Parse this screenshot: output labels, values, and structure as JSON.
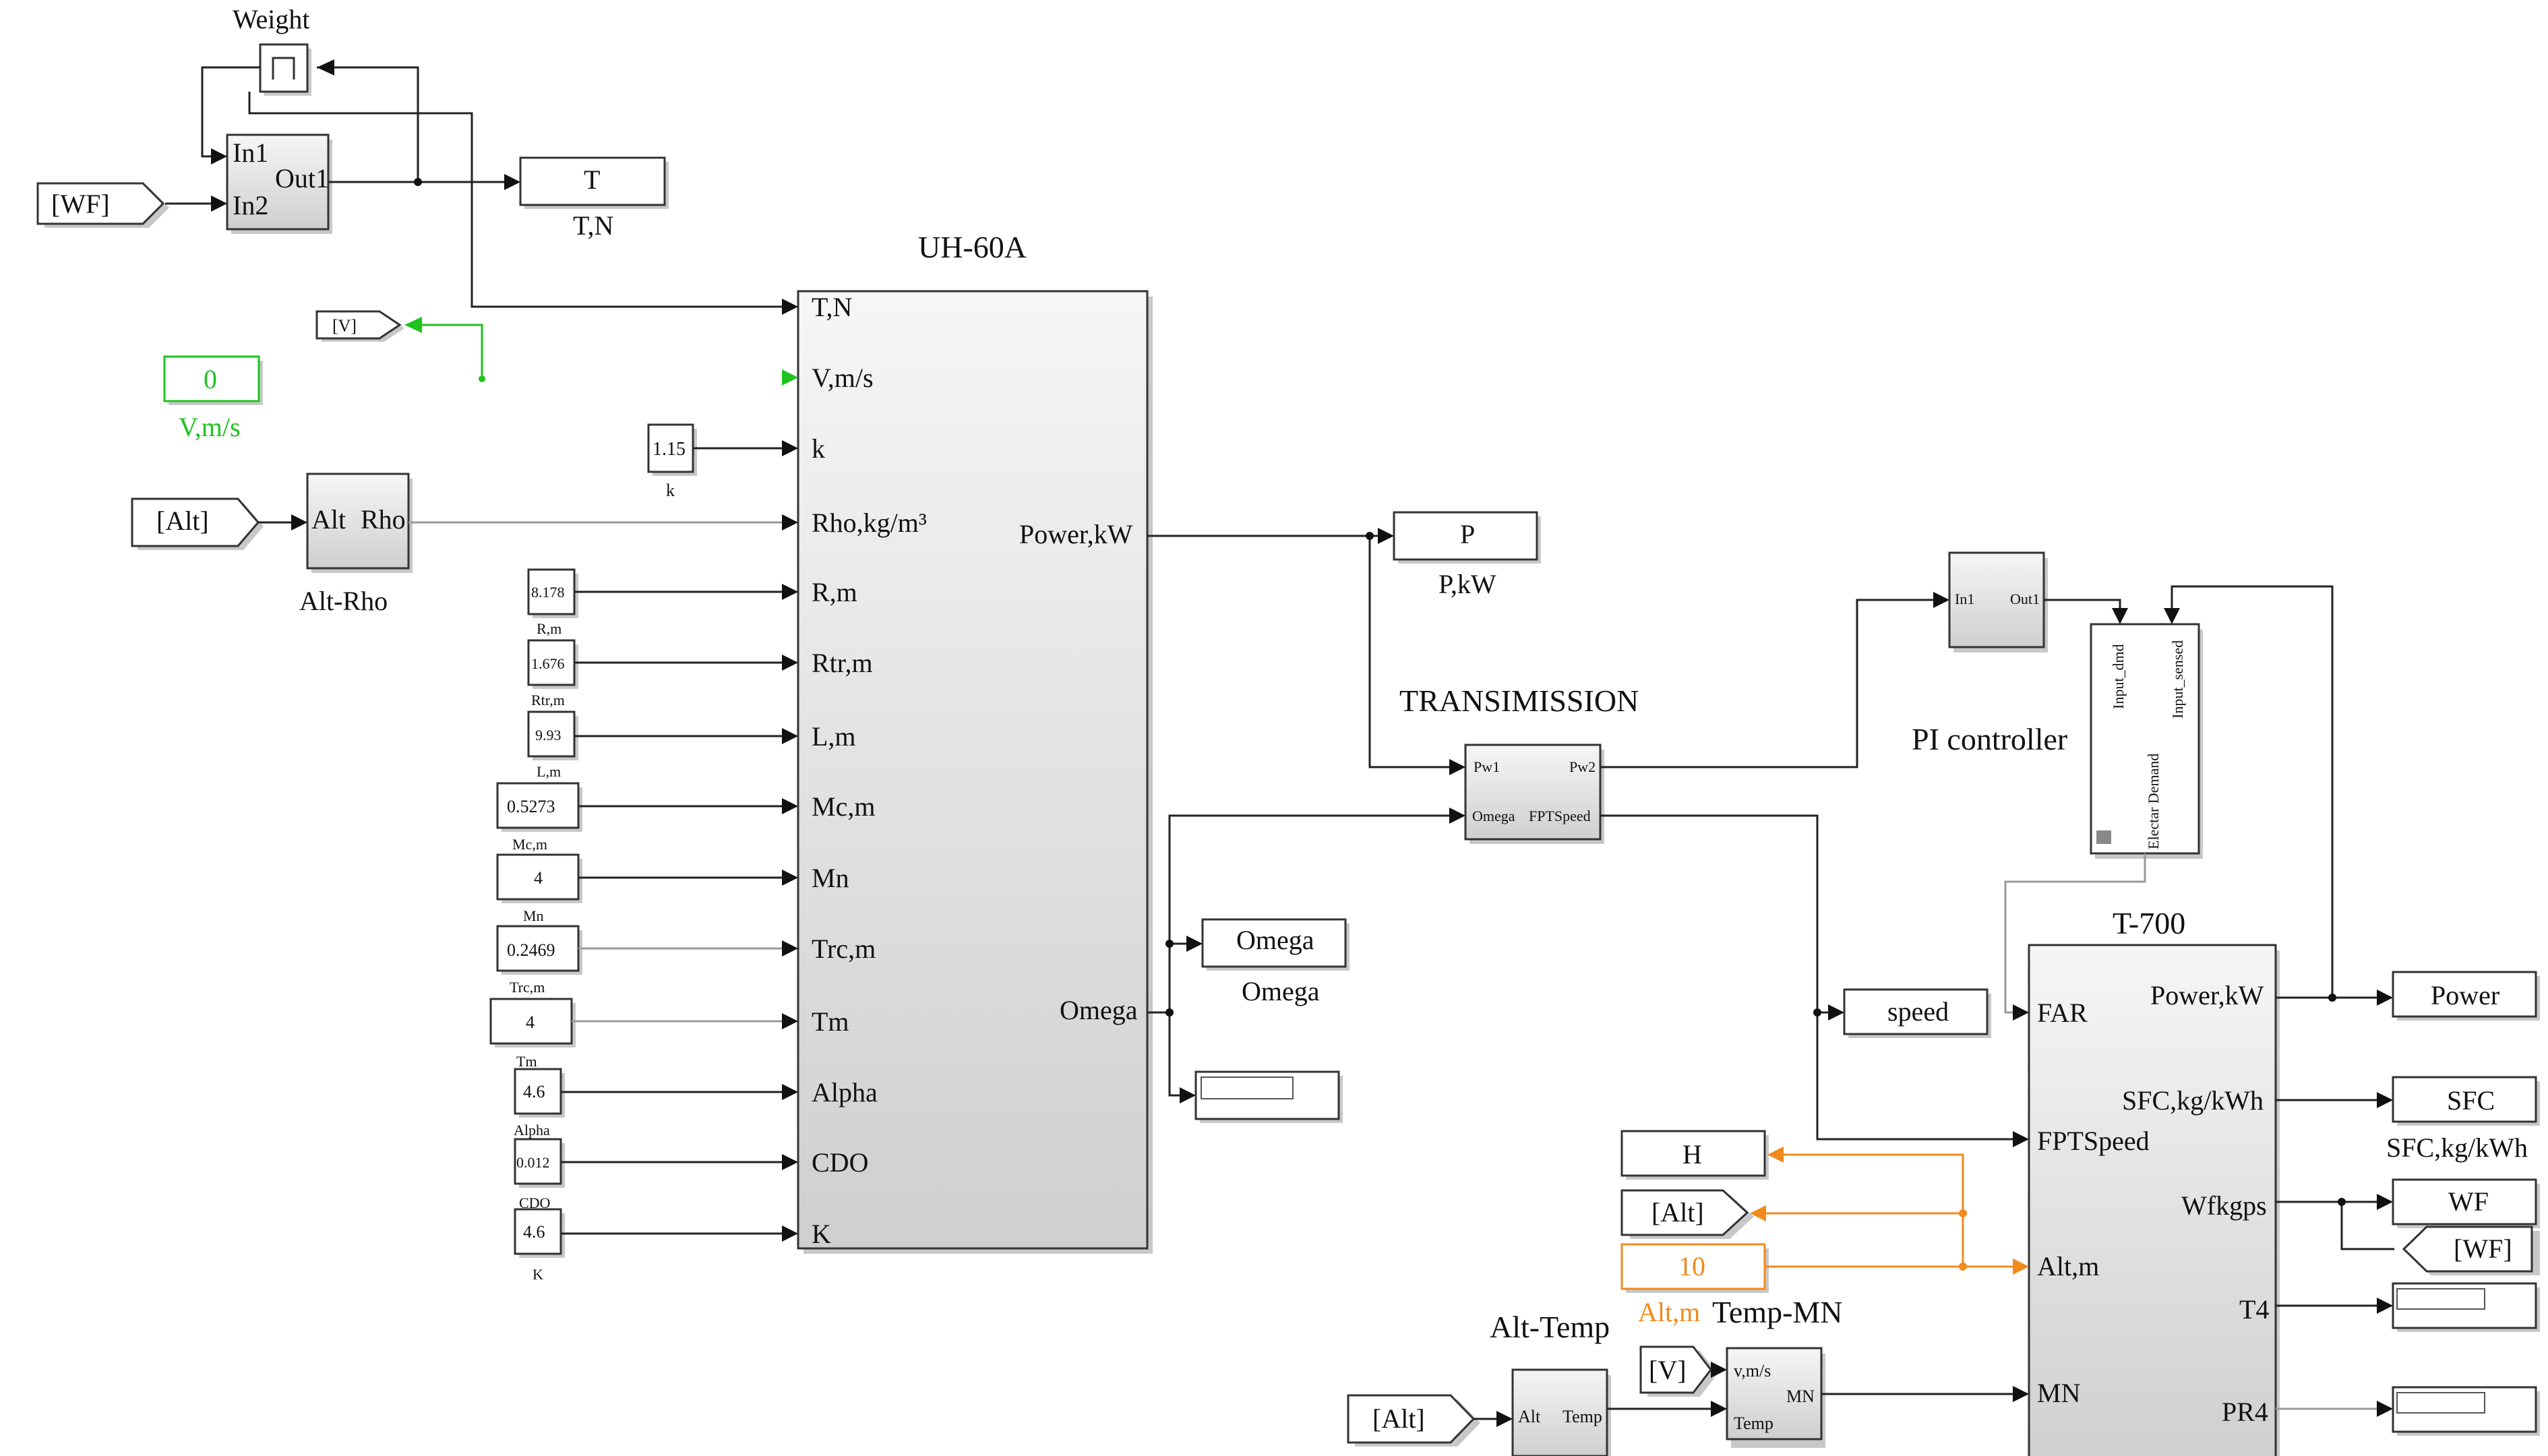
{
  "blocks": {
    "weight": {
      "title": "Weight"
    },
    "wf_from": {
      "label": "[WF]"
    },
    "sub_in": {
      "in1": "In1",
      "in2": "In2",
      "out": "Out1"
    },
    "t_goto": {
      "label": "T",
      "caption": "T,N"
    },
    "v_goto": {
      "label": "[V]"
    },
    "v_const": {
      "value": "0",
      "caption": "V,m/s"
    },
    "k_const": {
      "value": "1.15",
      "caption": "k"
    },
    "alt_from_top": {
      "label": "[Alt]"
    },
    "alt_rho": {
      "in": "Alt",
      "out": "Rho",
      "caption": "Alt-Rho"
    },
    "consts": [
      {
        "value": "8.178",
        "caption": "R,m"
      },
      {
        "value": "1.676",
        "caption": "Rtr,m"
      },
      {
        "value": "9.93",
        "caption": "L,m"
      },
      {
        "value": "0.5273",
        "caption": "Mc,m"
      },
      {
        "value": "4",
        "caption": "Mn"
      },
      {
        "value": "0.2469",
        "caption": "Trc,m"
      },
      {
        "value": "4",
        "caption": "Tm"
      },
      {
        "value": "4.6",
        "caption": "Alpha"
      },
      {
        "value": "0.012",
        "caption": "CDO"
      },
      {
        "value": "4.6",
        "caption": "K"
      }
    ],
    "uh60a": {
      "title": "UH-60A",
      "inputs": [
        "T,N",
        "V,m/s",
        "k",
        "Rho,kg/m³",
        "R,m",
        "Rtr,m",
        "L,m",
        "Mc,m",
        "Mn",
        "Trc,m",
        "Tm",
        "Alpha",
        "CDO",
        "K"
      ],
      "out_power": "Power,kW",
      "out_omega": "Omega"
    },
    "p_goto": {
      "label": "P",
      "caption": "P,kW"
    },
    "omega_goto": {
      "label": "Omega",
      "caption": "Omega"
    },
    "transmission": {
      "title": "TRANSIMISSION",
      "pw1": "Pw1",
      "pw2": "Pw2",
      "omega": "Omega",
      "fpt": "FPTSpeed"
    },
    "sub_right": {
      "in": "In1",
      "out": "Out1"
    },
    "pi": {
      "title": "PI controller",
      "input_dmd": "Input_dmd",
      "input_sensed": "Input_sensed",
      "demand": "Electar Demand"
    },
    "speed_goto": {
      "label": "speed"
    },
    "t700": {
      "title": "T-700",
      "in_far": "FAR",
      "in_fpt": "FPTSpeed",
      "in_alt": "Alt,m",
      "in_mn": "MN",
      "out_power": "Power,kW",
      "out_sfc": "SFC,kg/kWh",
      "out_wf": "Wfkgps",
      "out_t4": "T4",
      "out_pr4": "PR4"
    },
    "power_goto": {
      "label": "Power"
    },
    "sfc_goto": {
      "label": "SFC",
      "caption": "SFC,kg/kWh"
    },
    "wf_goto": {
      "label": "WF"
    },
    "wf_goto2": {
      "label": "[WF]"
    },
    "h_goto": {
      "label": "H"
    },
    "alt_goto": {
      "label": "[Alt]"
    },
    "alt_const": {
      "value": "10",
      "caption": "Alt,m"
    },
    "alt_temp": {
      "title": "Alt-Temp",
      "in": "Alt",
      "out": "Temp"
    },
    "temp_mn": {
      "title": "Temp-MN",
      "in_v": "v,m/s",
      "in_temp": "Temp",
      "out": "MN"
    },
    "v_from": {
      "label": "[V]"
    },
    "alt_from_bottom": {
      "label": "[Alt]"
    }
  },
  "colors": {
    "green": "#1ec31e",
    "orange": "#f08a1c",
    "line": "#222222",
    "gray_line": "#9a9a9a"
  }
}
